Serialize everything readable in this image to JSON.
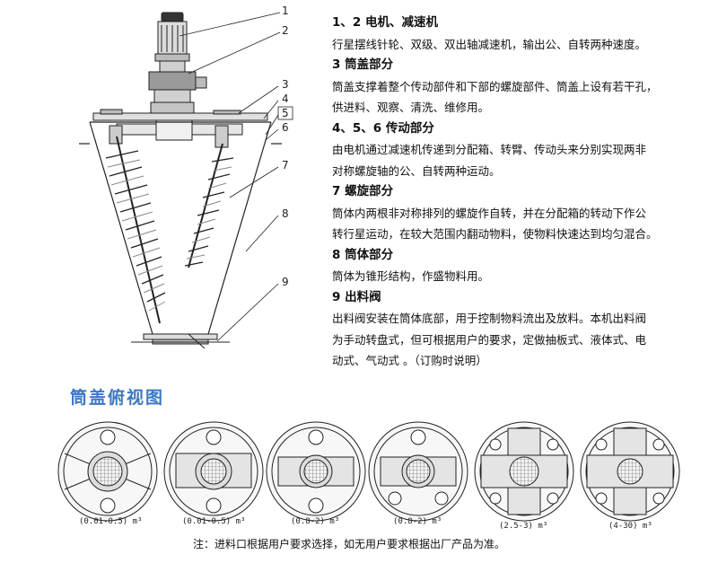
{
  "part_numbers": [
    "1",
    "2",
    "3",
    "4",
    "5",
    "6",
    "7",
    "8",
    "9"
  ],
  "sections": [
    {
      "title": "1、2 电机、减速机",
      "lines": [
        "行星摆线针轮、双级、双出轴减速机，输出公、自转两种速度。"
      ]
    },
    {
      "title": "3 筒盖部分",
      "lines": [
        "筒盖支撑着整个传动部件和下部的螺旋部件、筒盖上设有若干孔，",
        "供进料、观察、清洗、维修用。"
      ]
    },
    {
      "title": "4、5、6 传动部分",
      "lines": [
        "由电机通过减速机传递到分配箱、转臂、传动头来分别实现两非",
        "对称螺旋轴的公、自转两种运动。"
      ]
    },
    {
      "title": "7 螺旋部分",
      "lines": [
        "筒体内两根非对称排列的螺旋作自转，并在分配箱的转动下作公",
        "转行星运动，在较大范围内翻动物料，使物料快速达到均匀混合。"
      ]
    },
    {
      "title": "8 筒体部分",
      "lines": [
        "筒体为锥形结构，作盛物料用。"
      ]
    },
    {
      "title": "9 出料阀",
      "lines": [
        "出料阀安装在筒体底部，用于控制物料流出及放料。本机出料阀",
        "为手动转盘式，但可根据用户的要求，定做抽板式、液体式、电",
        "动式、气动式 。（订购时说明）"
      ]
    }
  ],
  "top_view_title": "筒盖俯视图",
  "top_views": [
    {
      "caption": "(0.01-0.5) m³"
    },
    {
      "caption": "(0.01-0.5) m³"
    },
    {
      "caption": "(0.8-2) m³"
    },
    {
      "caption": "(0.8-2) m³"
    },
    {
      "caption": "(2.5-3) m³"
    },
    {
      "caption": "(4-30) m³"
    }
  ],
  "footnote": "注：进料口根据用户要求选择，如无用户要求根据出厂产品为准。",
  "colors": {
    "heading_blue": "#3a78c2",
    "line": "#222222",
    "fill_gray": "#d8d8d8"
  }
}
